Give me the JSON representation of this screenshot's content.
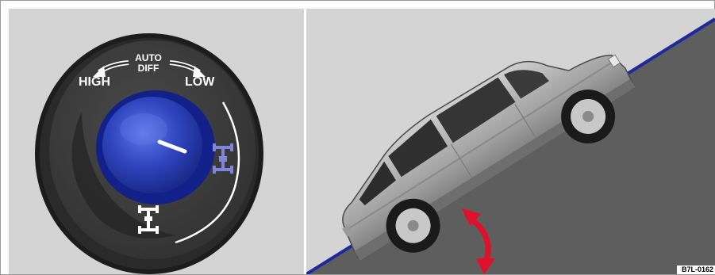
{
  "selector_dial": {
    "label_auto_diff_line1": "AUTO",
    "label_auto_diff_line2": "DIFF",
    "label_high": "HIGH",
    "label_low": "LOW",
    "icons": [
      "four-wheel-drive-low-icon",
      "four-wheel-drive-high-icon",
      "arrow-left-icon",
      "arrow-right-icon"
    ],
    "colors": {
      "bezel": "#1f1f1f",
      "face": "#3a3a3a",
      "knob": "#2a3fb4",
      "low_icon": "#7d86d8",
      "text": "#ffffff"
    }
  },
  "vehicle_scene": {
    "colors": {
      "background": "#d4d4d4",
      "slope_fill": "#5e5e5e",
      "slope_edge": "#1e2a9c",
      "arrow": "#e0102a",
      "vehicle": "#a8a8a8"
    }
  },
  "figure_code": "B7L-0162"
}
